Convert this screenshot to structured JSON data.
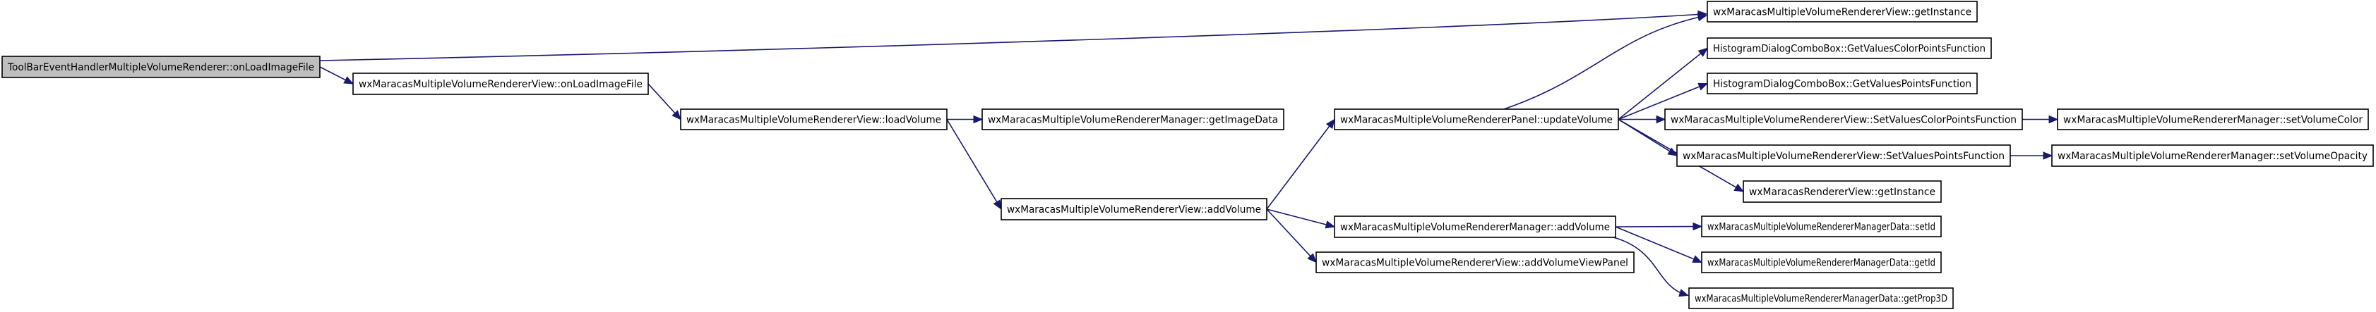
{
  "nodes": [
    {
      "id": "n0",
      "name": "node-toolbar-onloadimagefile",
      "label": "ToolBarEventHandlerMultipleVolumeRenderer::onLoadImageFile",
      "root": true
    },
    {
      "id": "n1",
      "name": "node-rendererview-getinstance",
      "label": "wxMaracasMultipleVolumeRendererView::getInstance"
    },
    {
      "id": "n2",
      "name": "node-rendererview-onloadimagefile",
      "label": "wxMaracasMultipleVolumeRendererView::onLoadImageFile"
    },
    {
      "id": "n3",
      "name": "node-rendererview-loadvolume",
      "label": "wxMaracasMultipleVolumeRendererView::loadVolume"
    },
    {
      "id": "n4",
      "name": "node-manager-getimagedata",
      "label": "wxMaracasMultipleVolumeRendererManager::getImageData"
    },
    {
      "id": "n5",
      "name": "node-rendererview-addvolume",
      "label": "wxMaracasMultipleVolumeRendererView::addVolume"
    },
    {
      "id": "n6",
      "name": "node-panel-updatevolume",
      "label": "wxMaracasMultipleVolumeRendererPanel::updateVolume"
    },
    {
      "id": "n7",
      "name": "node-combobox-getvaluescolorpointsfunction",
      "label": "HistogramDialogComboBox::GetValuesColorPointsFunction"
    },
    {
      "id": "n8",
      "name": "node-combobox-getvaluespointsfunction",
      "label": "HistogramDialogComboBox::GetValuesPointsFunction"
    },
    {
      "id": "n9",
      "name": "node-rendererview-setvaluescolorpointsfunction",
      "label": "wxMaracasMultipleVolumeRendererView::SetValuesColorPointsFunction"
    },
    {
      "id": "n10",
      "name": "node-rendererview-setvaluespointsfunction",
      "label": "wxMaracasMultipleVolumeRendererView::SetValuesPointsFunction"
    },
    {
      "id": "n11",
      "name": "node-rendererview2-getinstance",
      "label": "wxMaracasRendererView::getInstance"
    },
    {
      "id": "n12",
      "name": "node-manager-setvolumecolor",
      "label": "wxMaracasMultipleVolumeRendererManager::setVolumeColor"
    },
    {
      "id": "n13",
      "name": "node-manager-setvolumeopacity",
      "label": "wxMaracasMultipleVolumeRendererManager::setVolumeOpacity"
    },
    {
      "id": "n14",
      "name": "node-manager-addvolume",
      "label": "wxMaracasMultipleVolumeRendererManager::addVolume"
    },
    {
      "id": "n15",
      "name": "node-rendererview-addvolumeviewpanel",
      "label": "wxMaracasMultipleVolumeRendererView::addVolumeViewPanel"
    },
    {
      "id": "n16",
      "name": "node-managerdata-setid",
      "label": "wxMaracasMultipleVolumeRendererManagerData::setId"
    },
    {
      "id": "n17",
      "name": "node-managerdata-getid",
      "label": "wxMaracasMultipleVolumeRendererManagerData::getId"
    },
    {
      "id": "n18",
      "name": "node-managerdata-getprop3d",
      "label": "wxMaracasMultipleVolumeRendererManagerData::getProp3D"
    }
  ],
  "edges": [
    {
      "from": "n0",
      "to": "n1"
    },
    {
      "from": "n0",
      "to": "n2"
    },
    {
      "from": "n2",
      "to": "n3"
    },
    {
      "from": "n3",
      "to": "n4"
    },
    {
      "from": "n3",
      "to": "n5"
    },
    {
      "from": "n5",
      "to": "n6"
    },
    {
      "from": "n5",
      "to": "n14"
    },
    {
      "from": "n5",
      "to": "n15"
    },
    {
      "from": "n6",
      "to": "n1"
    },
    {
      "from": "n6",
      "to": "n7"
    },
    {
      "from": "n6",
      "to": "n8"
    },
    {
      "from": "n6",
      "to": "n9"
    },
    {
      "from": "n6",
      "to": "n10"
    },
    {
      "from": "n6",
      "to": "n11"
    },
    {
      "from": "n9",
      "to": "n12"
    },
    {
      "from": "n10",
      "to": "n13"
    },
    {
      "from": "n14",
      "to": "n16"
    },
    {
      "from": "n14",
      "to": "n17"
    },
    {
      "from": "n14",
      "to": "n18"
    }
  ]
}
